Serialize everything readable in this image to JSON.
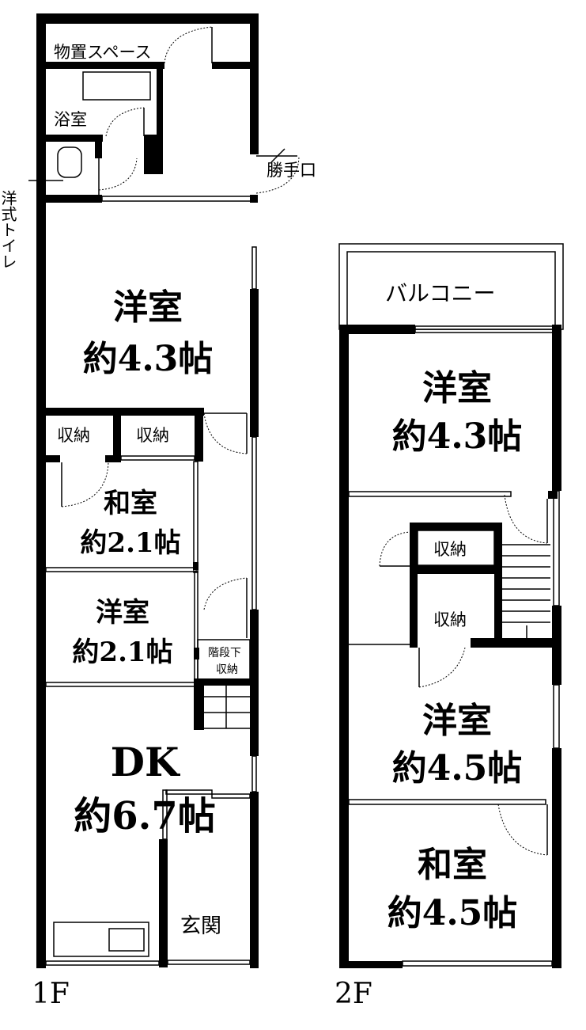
{
  "floor1": {
    "label": "1F",
    "storage_space": "物置スペース",
    "bath": "浴室",
    "toilet": "洋式トイレ",
    "back_door": "勝手口",
    "western_room_1": {
      "name": "洋室",
      "size": "約4.3帖"
    },
    "closet_a": "収納",
    "closet_b": "収納",
    "japanese_room": {
      "name": "和室",
      "size": "約2.1帖"
    },
    "western_room_2": {
      "name": "洋室",
      "size": "約2.1帖"
    },
    "under_stairs_storage": {
      "line1": "階段下",
      "line2": "収納"
    },
    "dk": {
      "name": "DK",
      "size": "約6.7帖"
    },
    "entrance": "玄関"
  },
  "floor2": {
    "label": "2F",
    "balcony": "バルコニー",
    "western_room_1": {
      "name": "洋室",
      "size": "約4.3帖"
    },
    "closet_a": "収納",
    "closet_b": "収納",
    "western_room_2": {
      "name": "洋室",
      "size": "約4.5帖"
    },
    "japanese_room": {
      "name": "和室",
      "size": "約4.5帖"
    }
  }
}
